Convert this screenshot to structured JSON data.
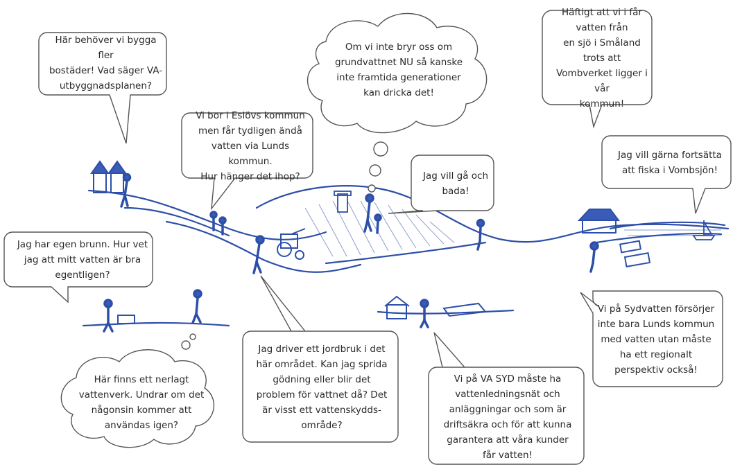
{
  "palette": {
    "ink": "#2c4fa8",
    "bubble_border": "#555555",
    "fill": "#3a5bb8"
  },
  "bubbles": {
    "housing": "Här behöver vi bygga fler\nbostäder! Vad säger VA-\nutbyggnadsplanen?",
    "groundwater": "Om vi inte bryr oss om\ngrundvattnet NU så kanske\ninte framtida generationer\nkan dricka det!",
    "smaland": "Häftigt att vi i får vatten från\nen sjö i Småland trots att\nVombverket ligger i vår\nkommun!",
    "eslov": "Vi bor i Eslövs kommun\nmen får tydligen ändå\nvatten via Lunds kommun.\nHur hänger det ihop?",
    "swim": "Jag vill gå och\nbada!",
    "fish": "Jag vill gärna fortsätta\natt fiska i Vombsjön!",
    "well": "Jag har egen brunn. Hur vet\njag att mitt vatten är bra\negentligen?",
    "sydvatten": "Vi på Sydvatten försörjer\ninte bara Lunds kommun\nmed vatten utan måste\nha ett regionalt\nperspektiv också!",
    "farm": "Jag driver ett jordbruk i det\nhär området. Kan jag sprida\ngödning eller blir det\nproblem för vattnet då? Det\när visst ett vattenskydds-\nområde?",
    "vasyd": "Vi på VA SYD måste ha\nvattenledningsnät och\nanläggningar och som är\ndriftsäkra och för att kunna\ngarantera att våra kunder\nfår vatten!",
    "waterworks": "Här finns ett nerlagt\nvattenverk. Undrar om det\nnågonsin kommer att\nanvändas igen?"
  }
}
